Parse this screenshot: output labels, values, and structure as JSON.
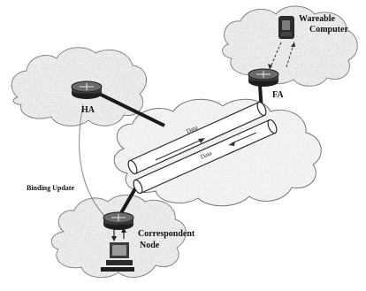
{
  "labels": {
    "wearable_computer_line1": "Wareable",
    "wearable_computer_line2": "Computer",
    "fa": "FA",
    "ha": "HA",
    "binding_update": "Binding Update",
    "correspondent_line1": "Correspondent",
    "correspondent_line2": "Node",
    "tunnel_upper_data": "Data",
    "tunnel_lower_data": "Data"
  },
  "icons": {
    "ha_router": "router-icon",
    "fa_router": "router-icon",
    "cn_router": "router-icon",
    "mobile_device": "wearable-computer-icon",
    "cn_device": "desktop-computer-icon"
  }
}
